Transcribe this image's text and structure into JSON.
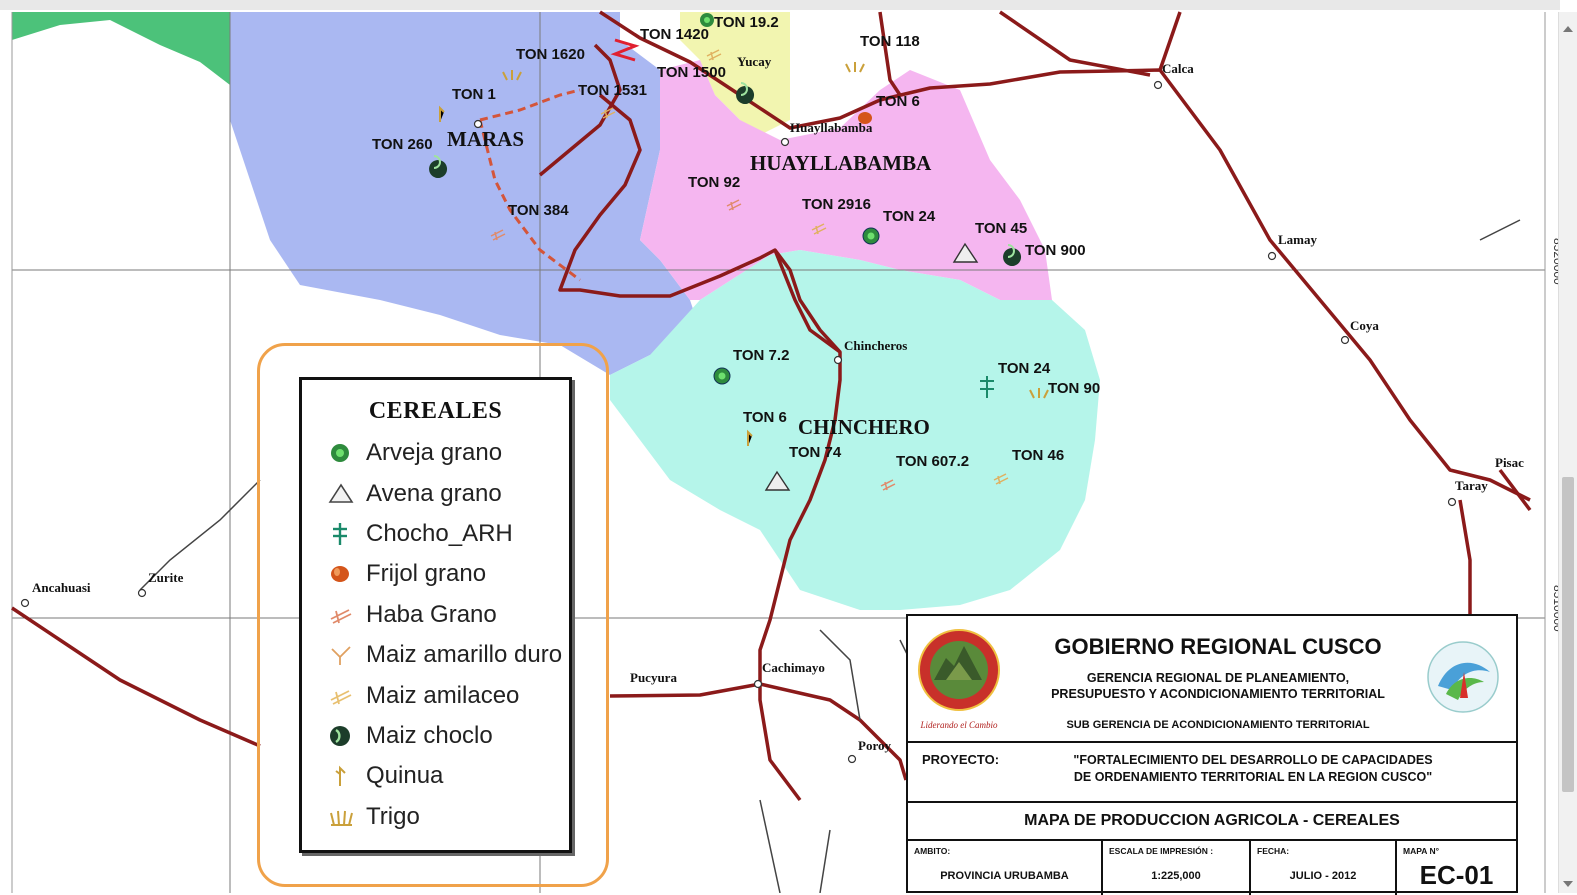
{
  "map": {
    "labels": {
      "ton_19_2": "TON 19.2",
      "ton_1420": "TON 1420",
      "ton_118": "TON 118",
      "ton_1620": "TON 1620",
      "ton_1500": "TON 1500",
      "ton_1531": "TON 1531",
      "ton_1": "TON 1",
      "ton_6a": "TON 6",
      "ton_260": "TON 260",
      "ton_92": "TON 92",
      "ton_2916": "TON 2916",
      "ton_24a": "TON 24",
      "ton_45": "TON 45",
      "ton_900": "TON 900",
      "ton_384": "TON 384",
      "ton_7_2": "TON 7.2",
      "ton_24b": "TON 24",
      "ton_90": "TON 90",
      "ton_6b": "TON 6",
      "ton_74": "TON 74",
      "ton_607_2": "TON 607.2",
      "ton_46": "TON 46"
    },
    "districts": {
      "maras": "MARAS",
      "huayllabamba": "HUAYLLABAMBA",
      "chinchero": "CHINCHERO"
    },
    "towns": {
      "yucay": "Yucay",
      "calca": "Calca",
      "huayllabamba": "Huayllabamba",
      "lamay": "Lamay",
      "coya": "Coya",
      "chincheros": "Chincheros",
      "pisac": "Pisac",
      "taray": "Taray",
      "ancahuasi": "Ancahuasi",
      "zurite": "Zurite",
      "pucyura": "Pucyura",
      "cachimayo": "Cachimayo",
      "poroy": "Poroy"
    },
    "coords": {
      "c1": "8520000",
      "c2": "8510000"
    },
    "colors": {
      "maras": "#aab8f2",
      "huayllabamba": "#f5b6f0",
      "chinchero": "#b5f5ea",
      "yucay": "#f2f5b0",
      "road": "#8b1a1a"
    }
  },
  "legend": {
    "title": "CEREALES",
    "items": [
      {
        "label": "Arveja grano",
        "icon": "arveja-icon"
      },
      {
        "label": "Avena grano",
        "icon": "avena-icon"
      },
      {
        "label": "Chocho_ARH",
        "icon": "chocho-icon"
      },
      {
        "label": "Frijol grano",
        "icon": "frijol-icon"
      },
      {
        "label": "Haba Grano",
        "icon": "haba-icon"
      },
      {
        "label": "Maiz amarillo duro",
        "icon": "maiz-amarillo-icon"
      },
      {
        "label": "Maiz amilaceo",
        "icon": "maiz-amilaceo-icon"
      },
      {
        "label": "Maiz choclo",
        "icon": "maiz-choclo-icon"
      },
      {
        "label": "Quinua",
        "icon": "quinua-icon"
      },
      {
        "label": "Trigo",
        "icon": "trigo-icon"
      }
    ]
  },
  "title_block": {
    "org": "GOBIERNO REGIONAL CUSCO",
    "dept_line1": "GERENCIA REGIONAL DE PLANEAMIENTO,",
    "dept_line2": "PRESUPUESTO Y ACONDICIONAMIENTO TERRITORIAL",
    "subdept": "SUB GERENCIA DE ACONDICIONAMIENTO TERRITORIAL",
    "slogan": "Liderando el Cambio",
    "project_label": "PROYECTO:",
    "project_line1": "\"FORTALECIMIENTO DEL DESARROLLO DE CAPACIDADES",
    "project_line2": "DE ORDENAMIENTO TERRITORIAL EN LA REGION CUSCO\"",
    "map_title": "MAPA DE PRODUCCION AGRICOLA - CEREALES",
    "ambito_label": "AMBITO:",
    "ambito_value": "PROVINCIA URUBAMBA",
    "escala_label": "ESCALA DE IMPRESIÓN :",
    "escala_value": "1:225,000",
    "fecha_label": "FECHA:",
    "fecha_value": "JULIO - 2012",
    "mapa_label": "MAPA N°",
    "mapa_value": "EC-01"
  }
}
